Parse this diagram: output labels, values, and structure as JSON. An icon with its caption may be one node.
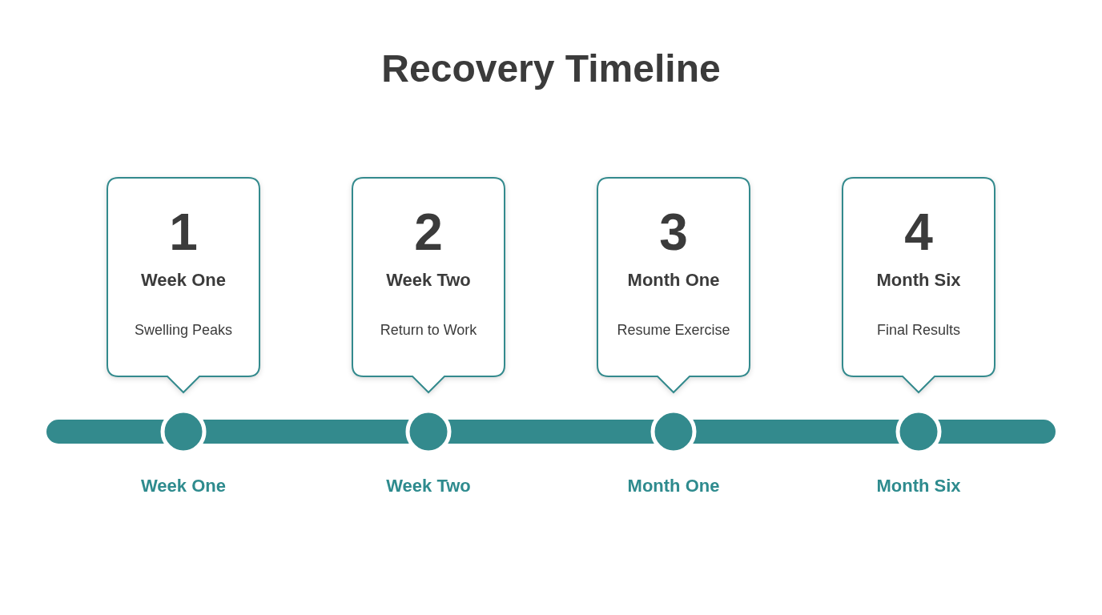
{
  "diagram": {
    "title": "Recovery Timeline",
    "nodes": [
      {
        "text": [
          "1",
          "Week One",
          "Swelling Peaks"
        ]
      },
      {
        "text": [
          "2",
          "Week Two",
          "Return to Work"
        ]
      },
      {
        "text": [
          "3",
          "Month One",
          "Resume Exercise"
        ]
      },
      {
        "text": [
          "4",
          "Month Six",
          "Final Results"
        ]
      }
    ],
    "edges": [],
    "labels": [
      "Week One",
      "Week Two",
      "Month One",
      "Month Six"
    ]
  }
}
